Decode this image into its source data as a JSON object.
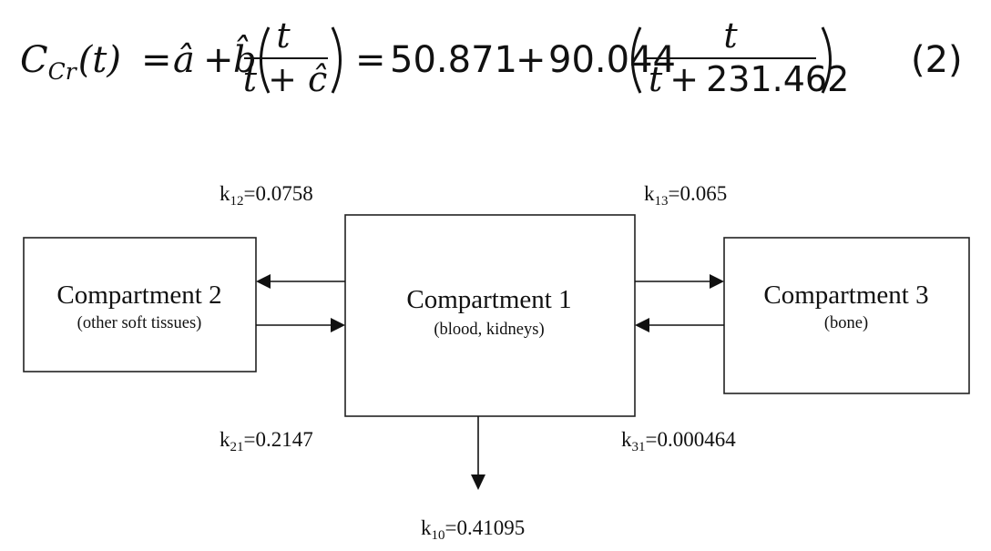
{
  "equation": {
    "lhs_symbol": "C",
    "lhs_subscript": "Cr",
    "lhs_arg": "(t)",
    "equals": "=",
    "a_hat": "â",
    "plus": "+",
    "b_hat": "b̂",
    "frac_numerator": "t",
    "frac_denominator": "t + ĉ",
    "a_value": "50.871",
    "b_value": "90.044",
    "c_value": "231.462",
    "denominator_var": "t",
    "number": "(2)"
  },
  "compartments": [
    {
      "id": "c1",
      "title": "Compartment 1",
      "subtitle": "(blood, kidneys)"
    },
    {
      "id": "c2",
      "title": "Compartment 2",
      "subtitle": "(other soft tissues)"
    },
    {
      "id": "c3",
      "title": "Compartment 3",
      "subtitle": "(bone)"
    }
  ],
  "rates": {
    "k12": {
      "base": "k",
      "sub": "12",
      "value": "=0.0758"
    },
    "k13": {
      "base": "k",
      "sub": "13",
      "value": "=0.065"
    },
    "k21": {
      "base": "k",
      "sub": "21",
      "value": "=0.2147"
    },
    "k31": {
      "base": "k",
      "sub": "31",
      "value": "=0.000464"
    },
    "k10": {
      "base": "k",
      "sub": "10",
      "value": "=0.41095"
    }
  }
}
